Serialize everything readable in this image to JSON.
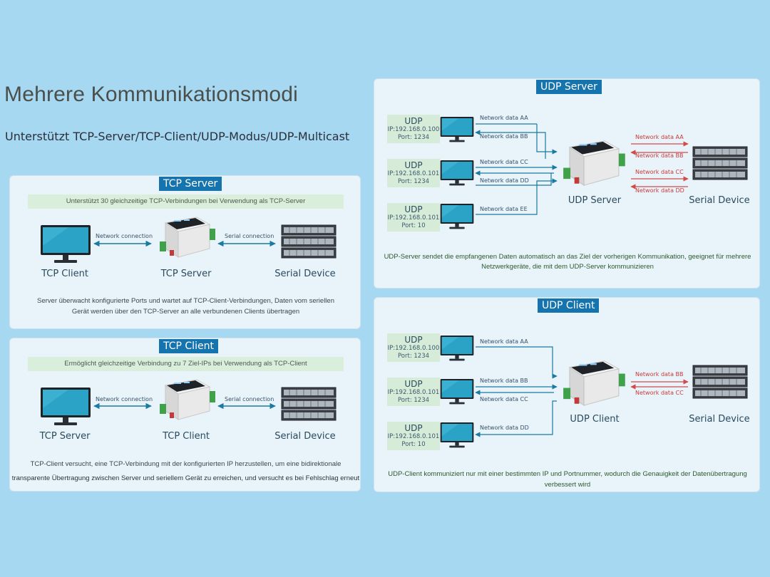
{
  "header": {
    "title": "Mehrere Kommunikationsmodi",
    "subtitle": "Unterstützt TCP-Server/TCP-Client/UDP-Modus/UDP-Multicast"
  },
  "colors": {
    "background": "#a7d8f1",
    "badge": "#1573ad",
    "blue_arrow": "#1b7aa0",
    "red_arrow": "#d24a4a",
    "banner": "#d9eedb"
  },
  "tcp_server": {
    "badge": "TCP Server",
    "banner": "Unterstützt 30 gleichzeitige TCP-Verbindungen bei Verwendung als TCP-Server",
    "left_label": "TCP Client",
    "center_label": "TCP Server",
    "right_label": "Serial Device",
    "left_link": "Network connection",
    "right_link": "Serial connection",
    "desc_line1": "Server überwacht konfigurierte Ports und wartet auf TCP-Client-Verbindungen, Daten vom seriellen",
    "desc_line2": "Gerät werden über den TCP-Server an alle verbundenen Clients übertragen"
  },
  "tcp_client": {
    "badge": "TCP Client",
    "banner": "Ermöglicht gleichzeitige Verbindung zu 7 Ziel-IPs bei Verwendung als TCP-Client",
    "left_label": "TCP Server",
    "center_label": "TCP Client",
    "right_label": "Serial Device",
    "left_link": "Network connection",
    "right_link": "Serial connection",
    "desc_line1": "TCP-Client versucht, eine TCP-Verbindung mit der konfigurierten IP herzustellen, um eine bidirektionale",
    "desc_line2": "transparente Übertragung zwischen Server und seriellem Gerät zu erreichen, und versucht es bei Fehlschlag erneut"
  },
  "udp_server": {
    "badge": "UDP Server",
    "hosts": [
      {
        "title": "UDP",
        "ip": "IP:192.168.0.100",
        "port": "Port: 1234"
      },
      {
        "title": "UDP",
        "ip": "IP:192.168.0.101",
        "port": "Port: 1234"
      },
      {
        "title": "UDP",
        "ip": "IP:192.168.0.101",
        "port": "Port: 10"
      }
    ],
    "net_labels": [
      "Network data AA",
      "Network data BB",
      "Network data CC",
      "Network data DD",
      "Network data EE"
    ],
    "serial_labels": [
      "Network data AA",
      "Network data BB",
      "Network data CC",
      "Network data DD"
    ],
    "center_label": "UDP Server",
    "right_label": "Serial Device",
    "desc_line1": "UDP-Server sendet die empfangenen Daten automatisch an das Ziel der vorherigen Kommunikation, geeignet für mehrere",
    "desc_line2": "Netzwerkgeräte, die mit dem UDP-Server kommunizieren"
  },
  "udp_client": {
    "badge": "UDP Client",
    "hosts": [
      {
        "title": "UDP",
        "ip": "IP:192.168.0.100",
        "port": "Port: 1234"
      },
      {
        "title": "UDP",
        "ip": "IP:192.168.0.101",
        "port": "Port: 1234"
      },
      {
        "title": "UDP",
        "ip": "IP:192.168.0.101",
        "port": "Port: 10"
      }
    ],
    "net_labels": [
      "Network data AA",
      "Network data BB",
      "Network data CC",
      "Network data DD"
    ],
    "serial_labels": [
      "Network data BB",
      "Network data CC"
    ],
    "center_label": "UDP Client",
    "right_label": "Serial Device",
    "desc_line1": "UDP-Client kommuniziert nur mit einer bestimmten IP und Portnummer, wodurch die Genauigkeit der Datenübertragung verbessert wird"
  }
}
